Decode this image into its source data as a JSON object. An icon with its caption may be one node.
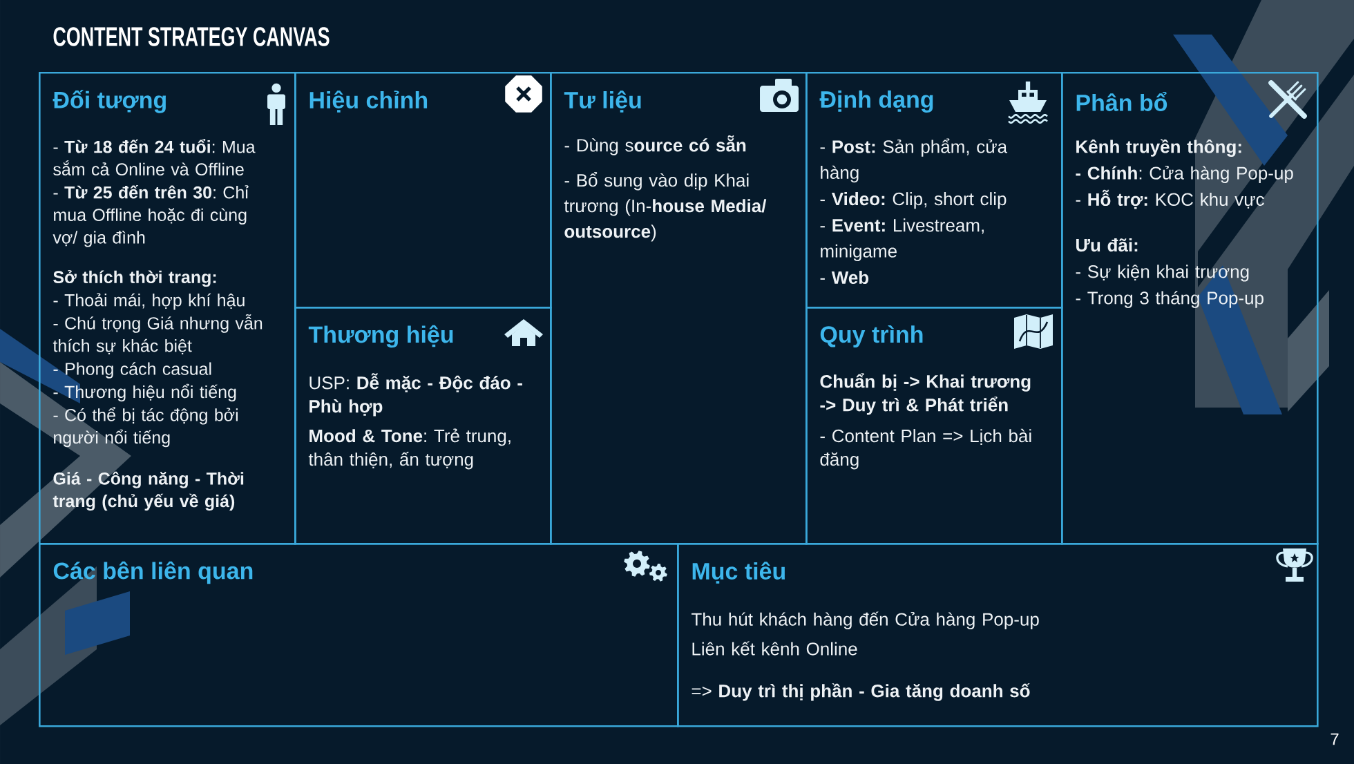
{
  "diagram": {
    "title": "CONTENT STRATEGY CANVAS",
    "nodes": [
      {
        "text": [
          "Đối tượng",
          "- **Từ 18 đến 24 tuổi**: Mua sắm cả Online và Offline",
          "- **Từ 25 đến trên 30**: Chỉ mua Offline hoặc đi cùng vợ/ gia đình",
          "Sở thích thời trang:",
          "- Thoải mái, hợp khí hậu",
          "- Chú trọng Giá nhưng vẫn thích sự khác biệt",
          "- Phong cách casual",
          "- Thương hiệu nổi tiếng",
          "- Có thể bị tác động bởi người nổi tiếng",
          "Giá - Công năng - Thời trang (chủ yếu về giá)"
        ]
      },
      {
        "text": [
          "Hiệu chỉnh"
        ]
      },
      {
        "text": [
          "Thương hiệu",
          "USP: **Dễ mặc - Độc đáo - Phù hợp**",
          "**Mood & Tone**: Trẻ trung, thân thiện, ấn tượng"
        ]
      },
      {
        "text": [
          "Tư liệu",
          "- Dùng s**ource có sẵn**",
          "- Bổ sung vào dịp Khai trương (In-**house Media/ outsource**)"
        ]
      },
      {
        "text": [
          "Định dạng",
          "- **Post:** Sản phẩm, cửa hàng",
          "- **Video:** Clip, short clip",
          "- **Event:** Livestream, minigame",
          "- **Web**"
        ]
      },
      {
        "text": [
          "Quy trình",
          "Chuẩn bị -> Khai trương -> Duy trì & Phát triển",
          "- Content Plan => Lịch bài đăng"
        ]
      },
      {
        "text": [
          "Phân bổ",
          "Kênh truyền thông:",
          "**- Chính**: Cửa hàng Pop-up",
          "- **Hỗ trợ:** KOC khu vực",
          "Ưu đãi:",
          "- Sự kiện khai trương",
          "- Trong 3 tháng Pop-up"
        ]
      },
      {
        "text": [
          "Các bên liên quan"
        ]
      },
      {
        "text": [
          "Mục tiêu",
          "Thu hút khách hàng đến Cửa hàng Pop-up",
          "Liên kết kênh Online",
          "=> **Duy trì thị phần - Gia tăng doanh số**"
        ]
      }
    ],
    "labels": [
      "7"
    ]
  }
}
